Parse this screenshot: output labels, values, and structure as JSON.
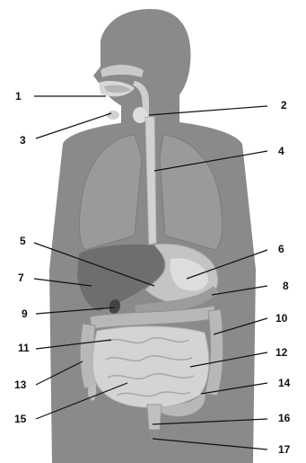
{
  "labels": {
    "l1": "1",
    "l2": "2",
    "l3": "3",
    "l4": "4",
    "l5": "5",
    "l6": "6",
    "l7": "7",
    "l8": "8",
    "l9": "9",
    "l10": "10",
    "l11": "11",
    "l12": "12",
    "l13": "13",
    "l14": "14",
    "l15": "15",
    "l16": "16",
    "l17": "17"
  },
  "colors": {
    "background": "#ffffff",
    "body_silhouette": "#8a8a8a",
    "lungs": "#9a9a9a",
    "organ_light": "#d6d6d6",
    "organ_mid": "#b2b2b2",
    "organ_dark": "#6e6e6e",
    "leader_line": "#111111"
  }
}
